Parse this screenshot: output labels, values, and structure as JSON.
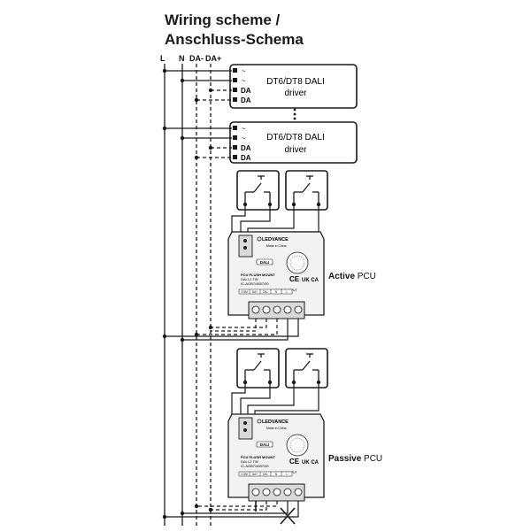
{
  "title": {
    "line1": "Wiring scheme /",
    "line2": "Anschluss-Schema"
  },
  "bus": {
    "l": "L",
    "n": "N",
    "da_minus": "DA-",
    "da_plus": "DA+"
  },
  "drivers": [
    {
      "terminals": [
        "~",
        "~",
        "DA",
        "DA"
      ],
      "line1": "DT6/DT8 DALI",
      "line2": "driver"
    },
    {
      "terminals": [
        "~",
        "~",
        "DA",
        "DA"
      ],
      "line1": "DT6/DT8 DALI",
      "line2": "driver"
    }
  ],
  "pcu": {
    "brand": "LEDVANCE",
    "product": "PCU FLUSH MOUNT",
    "model": "DALI-2 TW",
    "code": "IC-AOB7/4857/00",
    "dali_badge": "DALI",
    "made_in": "Made in China",
    "ce": "CE",
    "ukca": "UK CA",
    "dali_input": "DA-BUS INPUT",
    "terminals": [
      "COM",
      "DA+",
      "DA-",
      "N",
      "L"
    ]
  },
  "labels": {
    "active_bold": "Active",
    "active_rest": " PCU",
    "passive_bold": "Passive",
    "passive_rest": " PCU"
  },
  "colors": {
    "line": "#1a1a1a",
    "module_fill": "#f2f2f2",
    "terminal_fill": "#d9d9d9"
  }
}
